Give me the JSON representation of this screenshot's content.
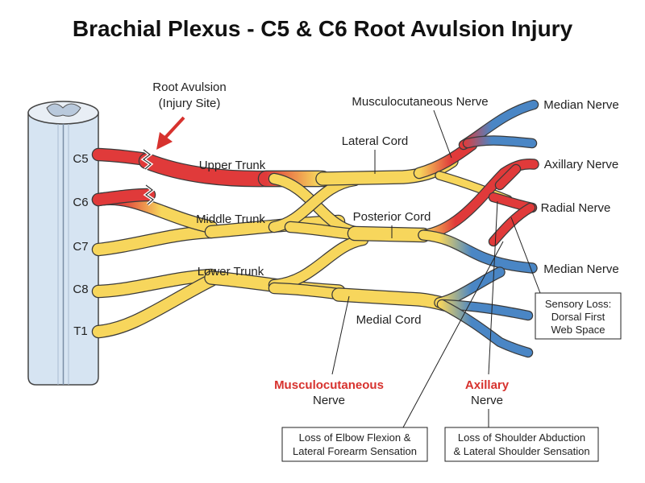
{
  "title": "Brachial Plexus - C5 & C6 Root Avulsion Injury",
  "colors": {
    "injured": "#e03a3a",
    "healthy": "#f7d65c",
    "distal_branch": "#4a86c5",
    "spinal_cord": "#d6e4f2",
    "label_highlight": "#d7322e"
  },
  "injury_site": {
    "line1": "Root Avulsion",
    "line2": "(Injury Site)",
    "icon": "arrow-icon"
  },
  "roots": [
    "C5",
    "C6",
    "C7",
    "C8",
    "T1"
  ],
  "trunks": {
    "upper": "Upper Trunk",
    "middle": "Middle Trunk",
    "lower": "Lower Trunk"
  },
  "cords": {
    "lateral": "Lateral Cord",
    "posterior": "Posterior Cord",
    "medial": "Medial Cord"
  },
  "branches": {
    "musculocutaneous": "Musculocutaneous Nerve",
    "median_top": "Median Nerve",
    "axillary": "Axillary Nerve",
    "radial": "Radial Nerve",
    "median_bottom": "Median Nerve"
  },
  "callouts": {
    "musculocutaneous": {
      "name": "Musculocutaneous",
      "suffix": "Nerve",
      "deficit_line1": "Loss of Elbow Flexion &",
      "deficit_line2": "Lateral Forearm Sensation"
    },
    "axillary": {
      "name": "Axillary",
      "suffix": "Nerve",
      "deficit_line1": "Loss of Shoulder Abduction",
      "deficit_line2": "& Lateral Shoulder Sensation"
    },
    "sensory": {
      "line1": "Sensory Loss:",
      "line2": "Dorsal First",
      "line3": "Web Space"
    }
  }
}
